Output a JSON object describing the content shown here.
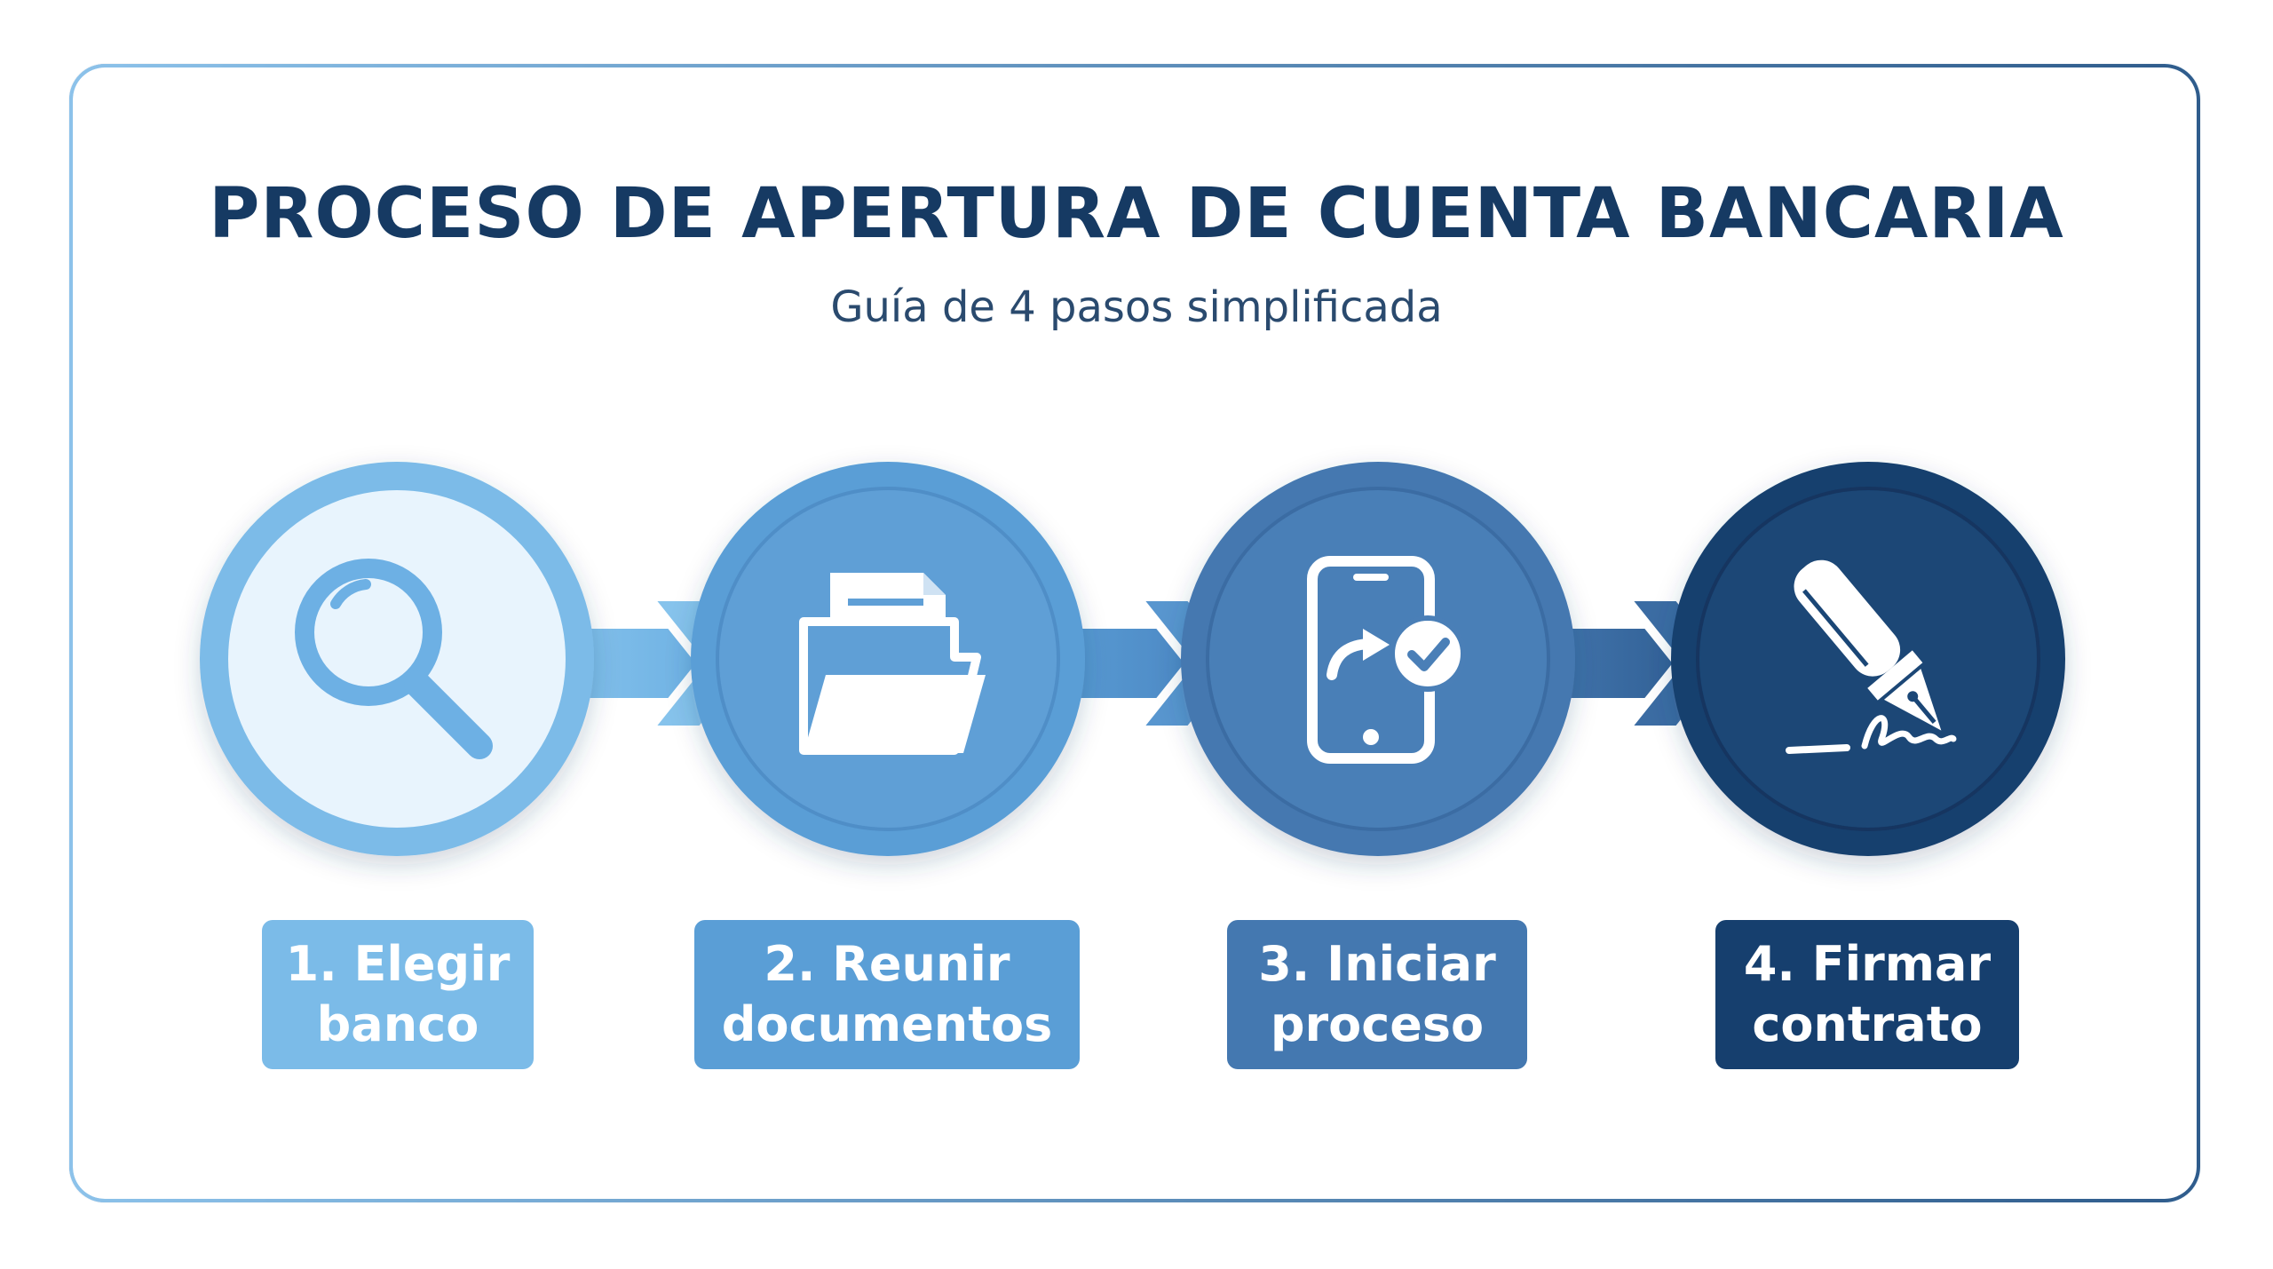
{
  "title": "PROCESO DE APERTURA DE CUENTA BANCARIA",
  "subtitle": "Guía de 4 pasos simplificada",
  "colors": {
    "step1": "#7bbbe8",
    "step2": "#5a9ed6",
    "step3": "#4478b0",
    "step4": "#163f6e",
    "title": "#163a63"
  },
  "steps": [
    {
      "line1": "1. Elegir",
      "line2": "banco",
      "icon": "magnifier-icon"
    },
    {
      "line1": "2. Reunir",
      "line2": "documentos",
      "icon": "folder-documents-icon"
    },
    {
      "line1": "3. Iniciar",
      "line2": "proceso",
      "icon": "smartphone-check-icon"
    },
    {
      "line1": "4. Firmar",
      "line2": "contrato",
      "icon": "fountain-pen-signature-icon"
    }
  ]
}
